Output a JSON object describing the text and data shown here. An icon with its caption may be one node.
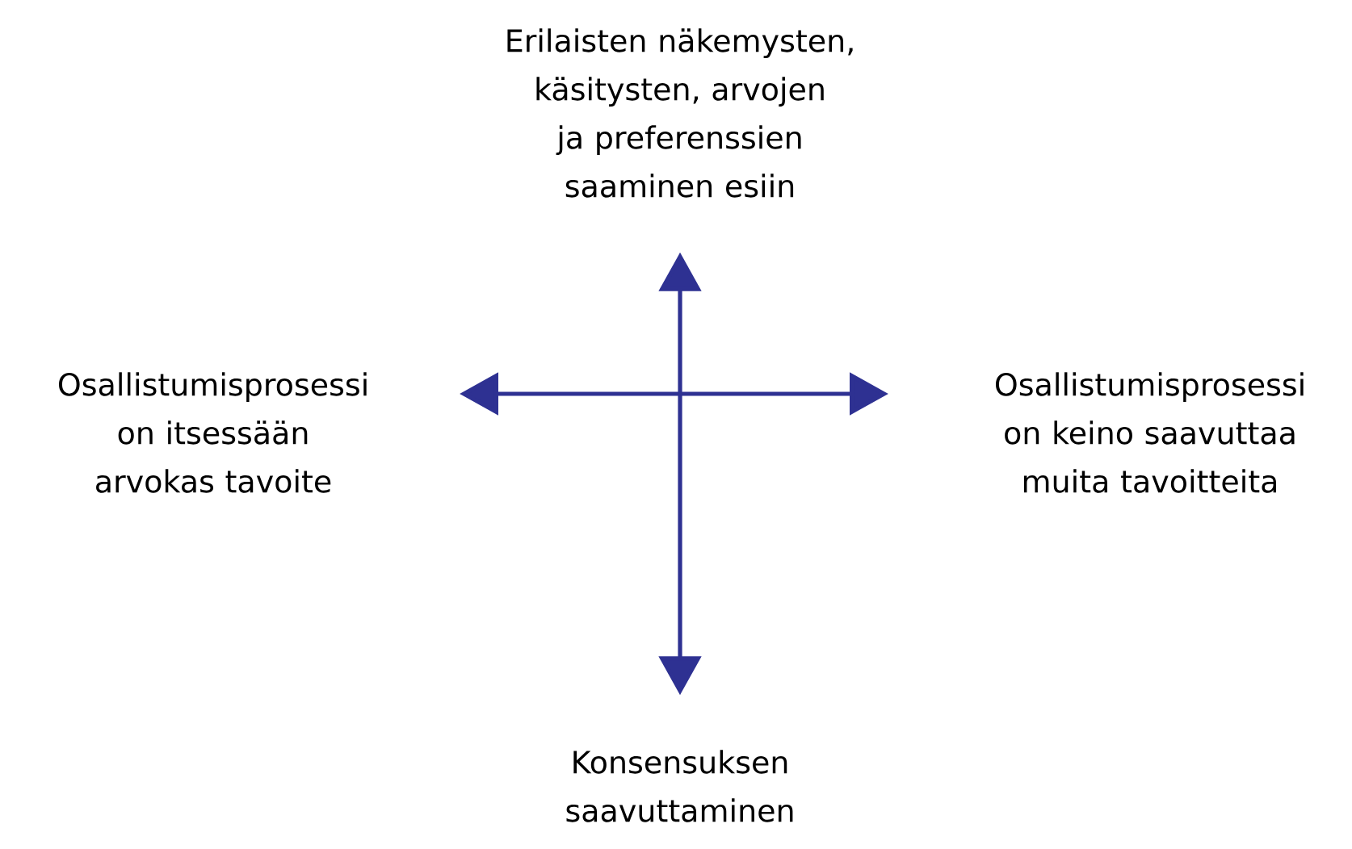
{
  "diagram": {
    "nodes": [
      {
        "text": [
          "Erilaisten näkemysten, käsitysten, arvojen ja preferenssien saaminen esiin"
        ]
      },
      {
        "text": [
          "Osallistumisprosessi on itsessään arvokas tavoite"
        ]
      },
      {
        "text": [
          "Osallistumisprosessi on keino saavuttaa muita tavoitteita"
        ]
      },
      {
        "text": [
          "Konsensuksen saavuttaminen"
        ]
      }
    ],
    "edges": [
      {
        "from": 0,
        "to": 3,
        "arrow": "both"
      },
      {
        "from": 1,
        "to": 2,
        "arrow": "both"
      }
    ]
  }
}
